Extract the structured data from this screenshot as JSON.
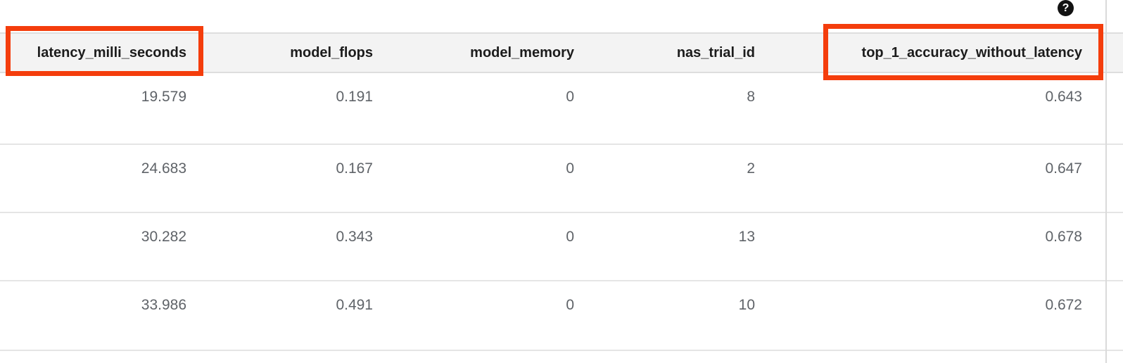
{
  "help": {
    "icon_label": "?"
  },
  "table": {
    "columns": [
      {
        "label": "latency_milli_seconds",
        "highlighted": true
      },
      {
        "label": "model_flops",
        "highlighted": false
      },
      {
        "label": "model_memory",
        "highlighted": false
      },
      {
        "label": "nas_trial_id",
        "highlighted": false
      },
      {
        "label": "top_1_accuracy_without_latency",
        "highlighted": true
      }
    ],
    "rows": [
      [
        "19.579",
        "0.191",
        "0",
        "8",
        "0.643"
      ],
      [
        "24.683",
        "0.167",
        "0",
        "2",
        "0.647"
      ],
      [
        "30.282",
        "0.343",
        "0",
        "13",
        "0.678"
      ],
      [
        "33.986",
        "0.491",
        "0",
        "10",
        "0.672"
      ]
    ]
  },
  "colors": {
    "highlight_box": "#f43d0c",
    "header_background": "#f3f3f3",
    "row_border": "#e5e5e5",
    "header_text": "#1c1c1c",
    "value_text": "#5f6368",
    "help_icon_background": "#121212"
  }
}
